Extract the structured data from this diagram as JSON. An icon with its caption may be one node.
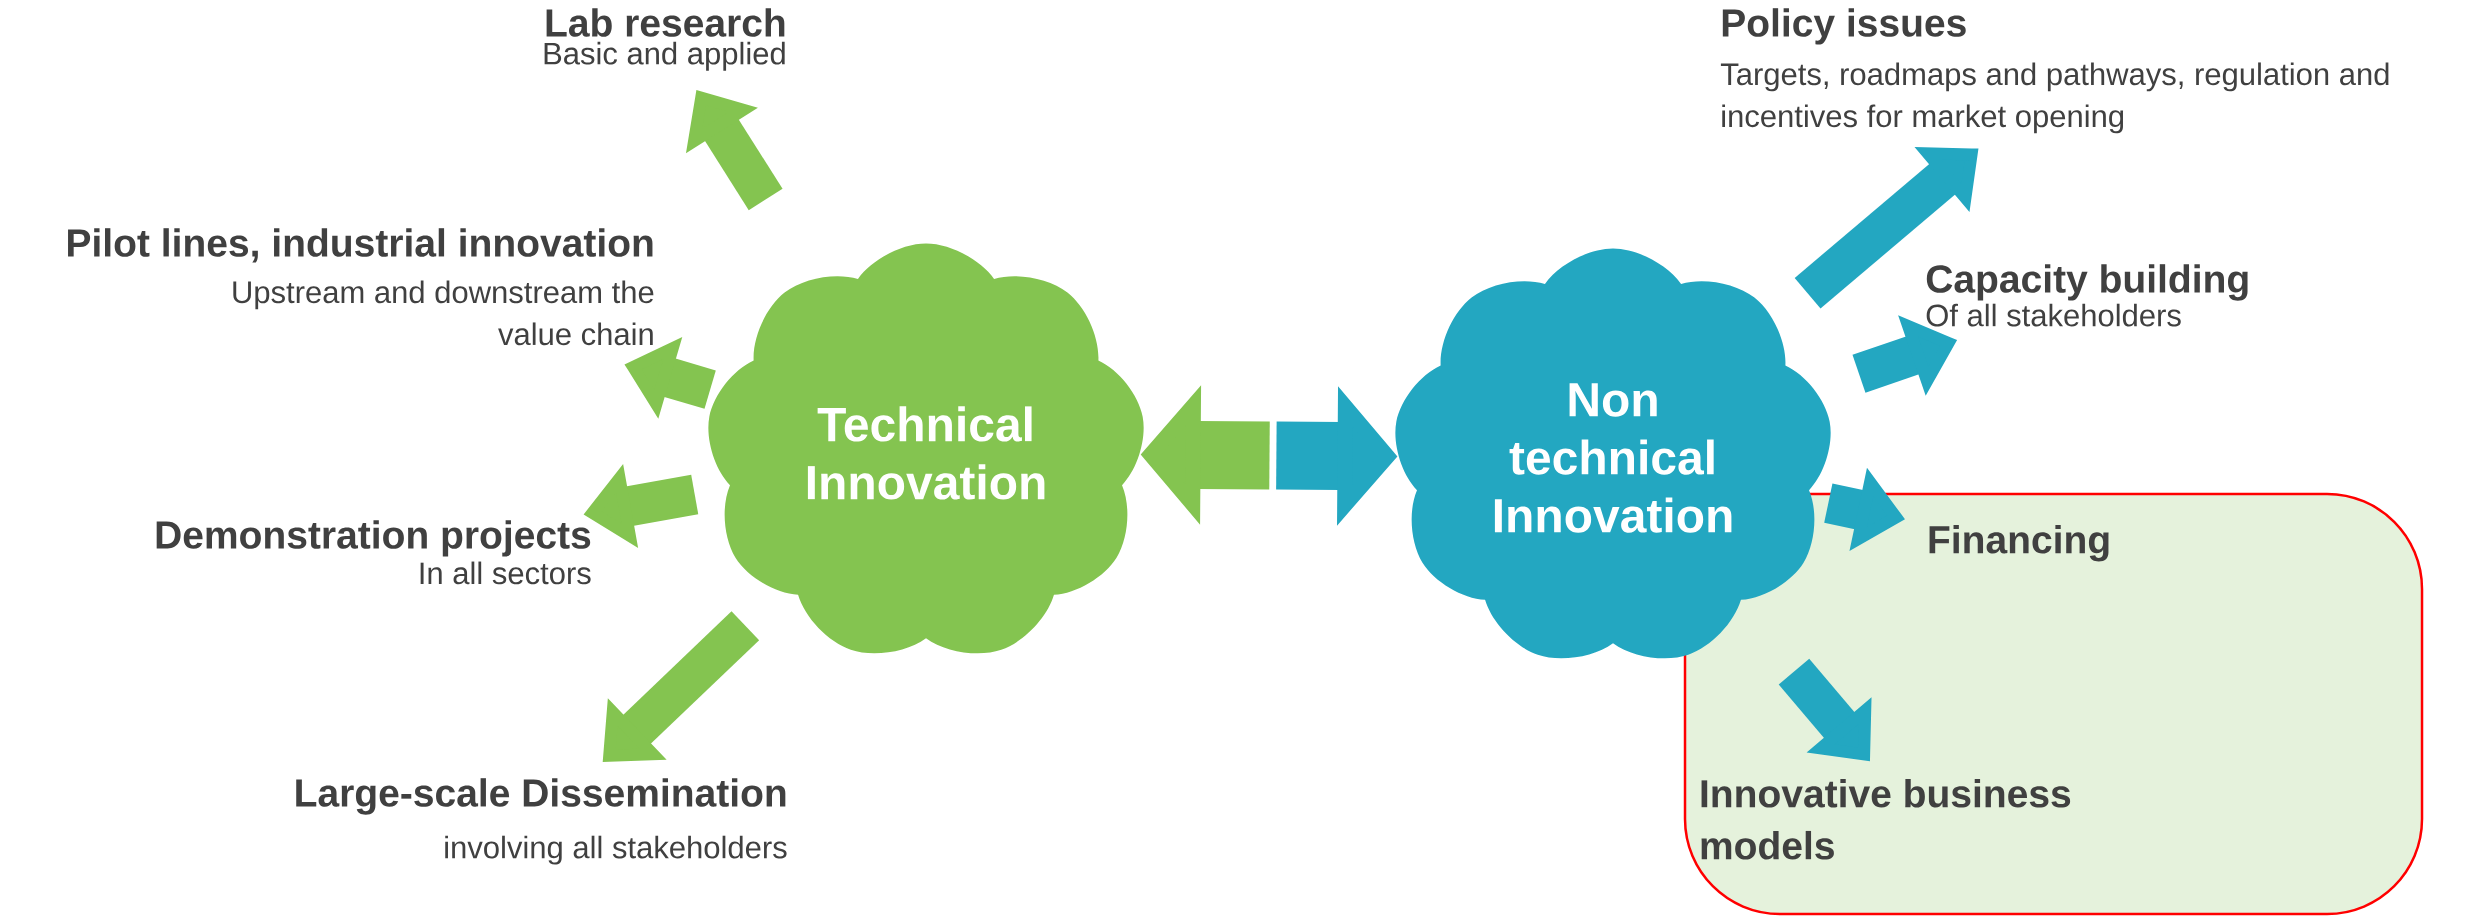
{
  "diagram": {
    "nodes": [
      {
        "text": [
          "Technical Innovation"
        ]
      },
      {
        "text": [
          "Non technical Innovation"
        ]
      },
      {
        "text": [
          "Lab research",
          "Basic and applied"
        ]
      },
      {
        "text": [
          "Pilot lines, industrial innovation",
          "Upstream and downstream the value chain"
        ]
      },
      {
        "text": [
          "Demonstration projects",
          "In all sectors"
        ]
      },
      {
        "text": [
          "Large-scale Dissemination",
          "involving all stakeholders"
        ]
      },
      {
        "text": [
          "Policy issues",
          "Targets, roadmaps and pathways, regulation and incentives for market opening"
        ]
      },
      {
        "text": [
          "Capacity building",
          "Of all stakeholders"
        ]
      },
      {
        "text": [],
        "shape": "box"
      },
      {
        "text": [
          "Financing"
        ],
        "in": 8
      },
      {
        "text": [
          "Innovative business models"
        ],
        "in": 8
      }
    ],
    "edges": [
      {
        "from": 0,
        "to": 2,
        "arrow": "to",
        "color": "#84c450"
      },
      {
        "from": 0,
        "to": 3,
        "arrow": "to",
        "color": "#84c450"
      },
      {
        "from": 0,
        "to": 4,
        "arrow": "to",
        "color": "#84c450"
      },
      {
        "from": 0,
        "to": 5,
        "arrow": "to",
        "color": "#84c450"
      },
      {
        "from": 1,
        "to": 6,
        "arrow": "to",
        "color": "#23a7c1"
      },
      {
        "from": 1,
        "to": 7,
        "arrow": "to",
        "color": "#23a7c1"
      },
      {
        "from": 1,
        "to": 9,
        "arrow": "to",
        "color": "#23a7c1"
      },
      {
        "from": 1,
        "to": 10,
        "arrow": "to",
        "color": "#23a7c1"
      },
      {
        "from": 0,
        "to": 1,
        "arrow": "both"
      }
    ]
  }
}
